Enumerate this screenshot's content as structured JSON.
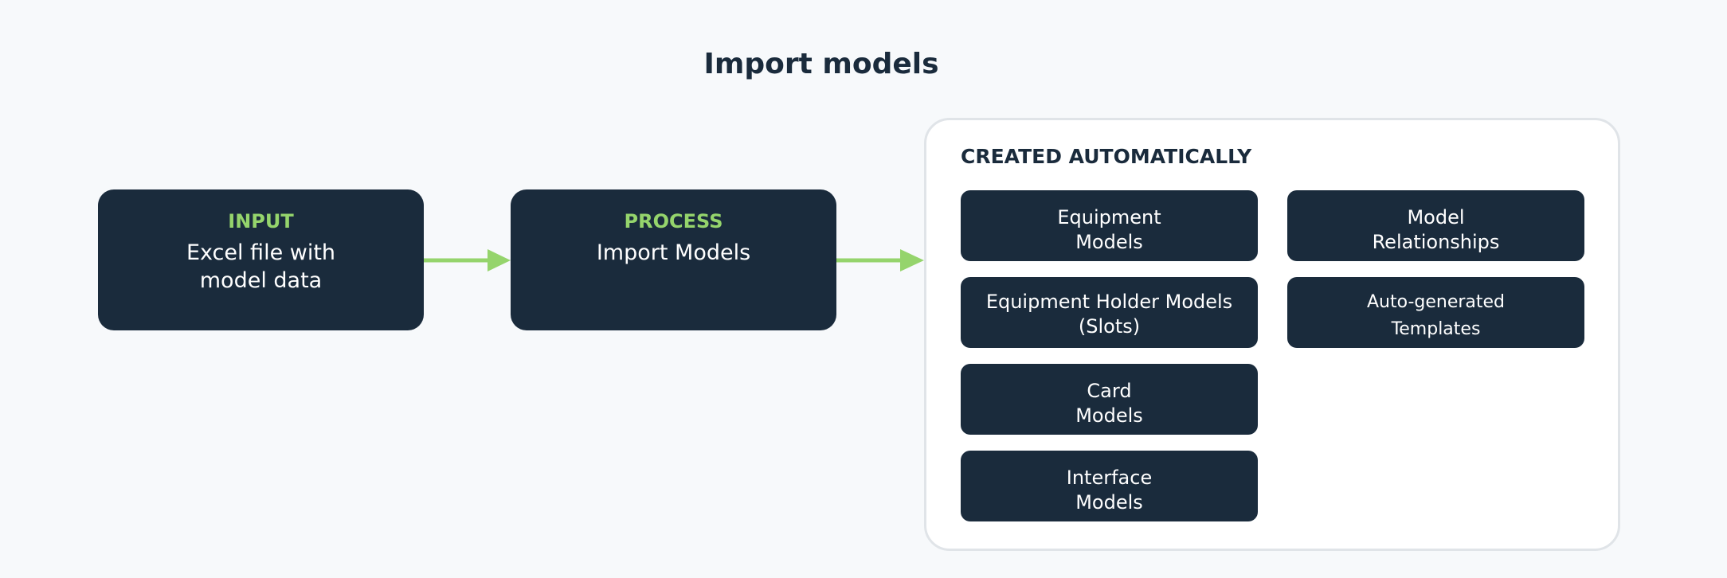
{
  "title": "Import models",
  "input": {
    "kicker": "INPUT",
    "body": "Excel file with\nmodel data"
  },
  "process": {
    "kicker": "PROCESS",
    "body": "Import Models"
  },
  "created": {
    "title": "CREATED AUTOMATICALLY",
    "items": [
      "Equipment\nModels",
      "Equipment Holder Models\n(Slots)",
      "Card\nModels",
      "Interface\nModels",
      "Model\nRelationships",
      "Auto-generated\nTemplates"
    ]
  },
  "colors": {
    "node_bg": "#1a2b3c",
    "accent_green": "#95d46c",
    "page_bg": "#f7f9fb",
    "panel_border": "#e0e4e8"
  }
}
